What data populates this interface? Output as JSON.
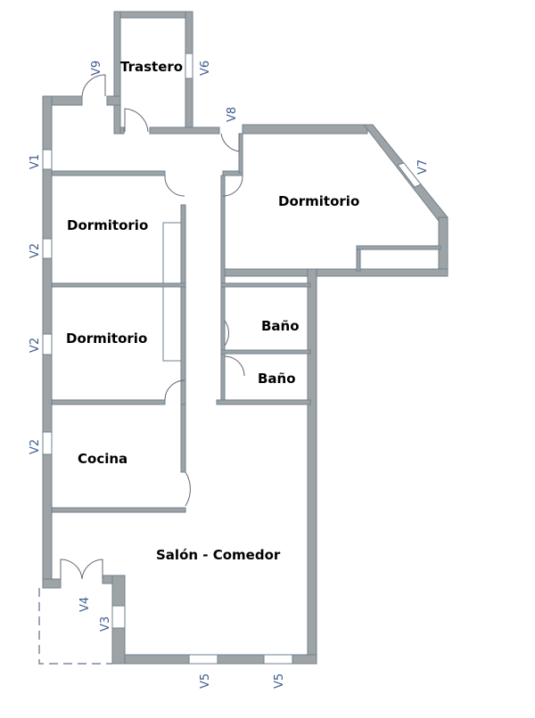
{
  "rooms": {
    "trastero": "Trastero",
    "dormitorio_1": "Dormitorio",
    "dormitorio_2": "Dormitorio",
    "dormitorio_3": "Dormitorio",
    "bano_1": "Baño",
    "bano_2": "Baño",
    "cocina": "Cocina",
    "salon": "Salón - Comedor"
  },
  "openings": {
    "v1": "V1",
    "v2a": "V2",
    "v2b": "V2",
    "v2c": "V2",
    "v3": "V3",
    "v4": "V4",
    "v5a": "V5",
    "v5b": "V5",
    "v6": "V6",
    "v7": "V7",
    "v8": "V8",
    "v9": "V9"
  },
  "colors": {
    "wall": "#9ea4a5",
    "label": "#3b5a8c"
  }
}
